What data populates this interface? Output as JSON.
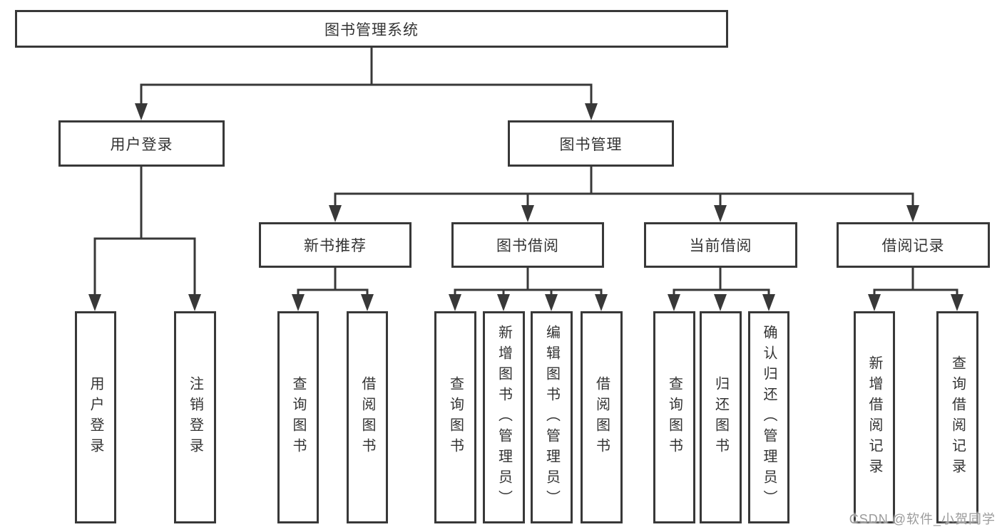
{
  "diagram_title": "图书管理系统",
  "watermark": "CSDN @软件_小贺同学",
  "colors": {
    "line": "#383838",
    "box_border": "#383838",
    "text": "#333333",
    "watermark": "#9b9b9b",
    "background": "#ffffff"
  },
  "tree": {
    "label": "图书管理系统",
    "children": [
      {
        "label": "用户登录",
        "children": [
          {
            "label": "用户登录"
          },
          {
            "label": "注销登录"
          }
        ]
      },
      {
        "label": "图书管理",
        "children": [
          {
            "label": "新书推荐",
            "children": [
              {
                "label": "查询图书"
              },
              {
                "label": "借阅图书"
              }
            ]
          },
          {
            "label": "图书借阅",
            "children": [
              {
                "label": "查询图书"
              },
              {
                "label": "新增图书（管理员）"
              },
              {
                "label": "编辑图书（管理员）"
              },
              {
                "label": "借阅图书"
              }
            ]
          },
          {
            "label": "当前借阅",
            "children": [
              {
                "label": "查询图书"
              },
              {
                "label": "归还图书"
              },
              {
                "label": "确认归还（管理员）"
              }
            ]
          },
          {
            "label": "借阅记录",
            "children": [
              {
                "label": "新增借阅记录"
              },
              {
                "label": "查询借阅记录"
              }
            ]
          }
        ]
      }
    ]
  }
}
